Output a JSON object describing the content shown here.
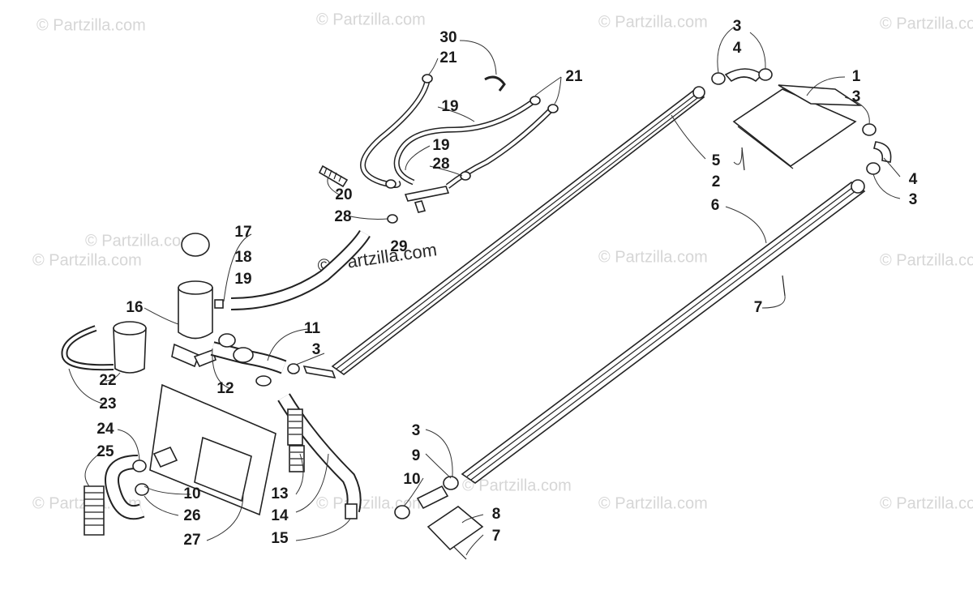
{
  "watermarks": [
    "© Partzilla.com",
    "© Partzilla.com",
    "© Partzilla.com",
    "© Partzilla.com",
    "© Partzilla.com",
    "© Partzilla.com",
    "© Partzilla.com",
    "© Partzilla.com",
    "© Partzilla.com",
    "© Partzilla.com",
    "© Partzilla.com",
    "© Partzilla.com",
    "© Partzilla.com"
  ],
  "center_watermark": "© Partzilla.com",
  "callouts": [
    {
      "label": "1"
    },
    {
      "label": "2"
    },
    {
      "label": "3"
    },
    {
      "label": "3"
    },
    {
      "label": "3"
    },
    {
      "label": "3"
    },
    {
      "label": "3"
    },
    {
      "label": "3"
    },
    {
      "label": "4"
    },
    {
      "label": "4"
    },
    {
      "label": "5"
    },
    {
      "label": "6"
    },
    {
      "label": "7"
    },
    {
      "label": "7"
    },
    {
      "label": "8"
    },
    {
      "label": "9"
    },
    {
      "label": "10"
    },
    {
      "label": "10"
    },
    {
      "label": "11"
    },
    {
      "label": "12"
    },
    {
      "label": "13"
    },
    {
      "label": "14"
    },
    {
      "label": "15"
    },
    {
      "label": "16"
    },
    {
      "label": "17"
    },
    {
      "label": "18"
    },
    {
      "label": "19"
    },
    {
      "label": "19"
    },
    {
      "label": "19"
    },
    {
      "label": "20"
    },
    {
      "label": "21"
    },
    {
      "label": "21"
    },
    {
      "label": "22"
    },
    {
      "label": "23"
    },
    {
      "label": "24"
    },
    {
      "label": "25"
    },
    {
      "label": "26"
    },
    {
      "label": "27"
    },
    {
      "label": "28"
    },
    {
      "label": "28"
    },
    {
      "label": "29"
    },
    {
      "label": "30"
    }
  ]
}
